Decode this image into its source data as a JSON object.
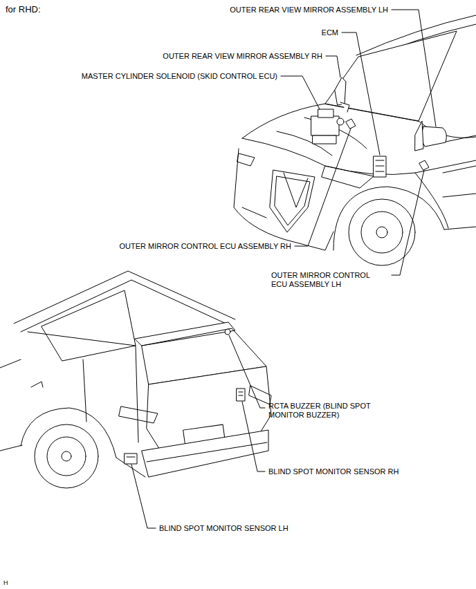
{
  "diagram": {
    "title": "for RHD:",
    "labels": [
      "OUTER REAR VIEW MIRROR ASSEMBLY LH",
      "ECM",
      "OUTER REAR VIEW MIRROR ASSEMBLY RH",
      "MASTER CYLINDER SOLENOID (SKID CONTROL ECU)",
      "OUTER MIRROR CONTROL ECU ASSEMBLY RH",
      "OUTER MIRROR CONTROL ECU ASSEMBLY LH",
      "RCTA BUZZER (BLIND SPOT MONITOR BUZZER)",
      "BLIND SPOT MONITOR SENSOR RH",
      "BLIND SPOT MONITOR SENSOR LH",
      "H"
    ]
  }
}
